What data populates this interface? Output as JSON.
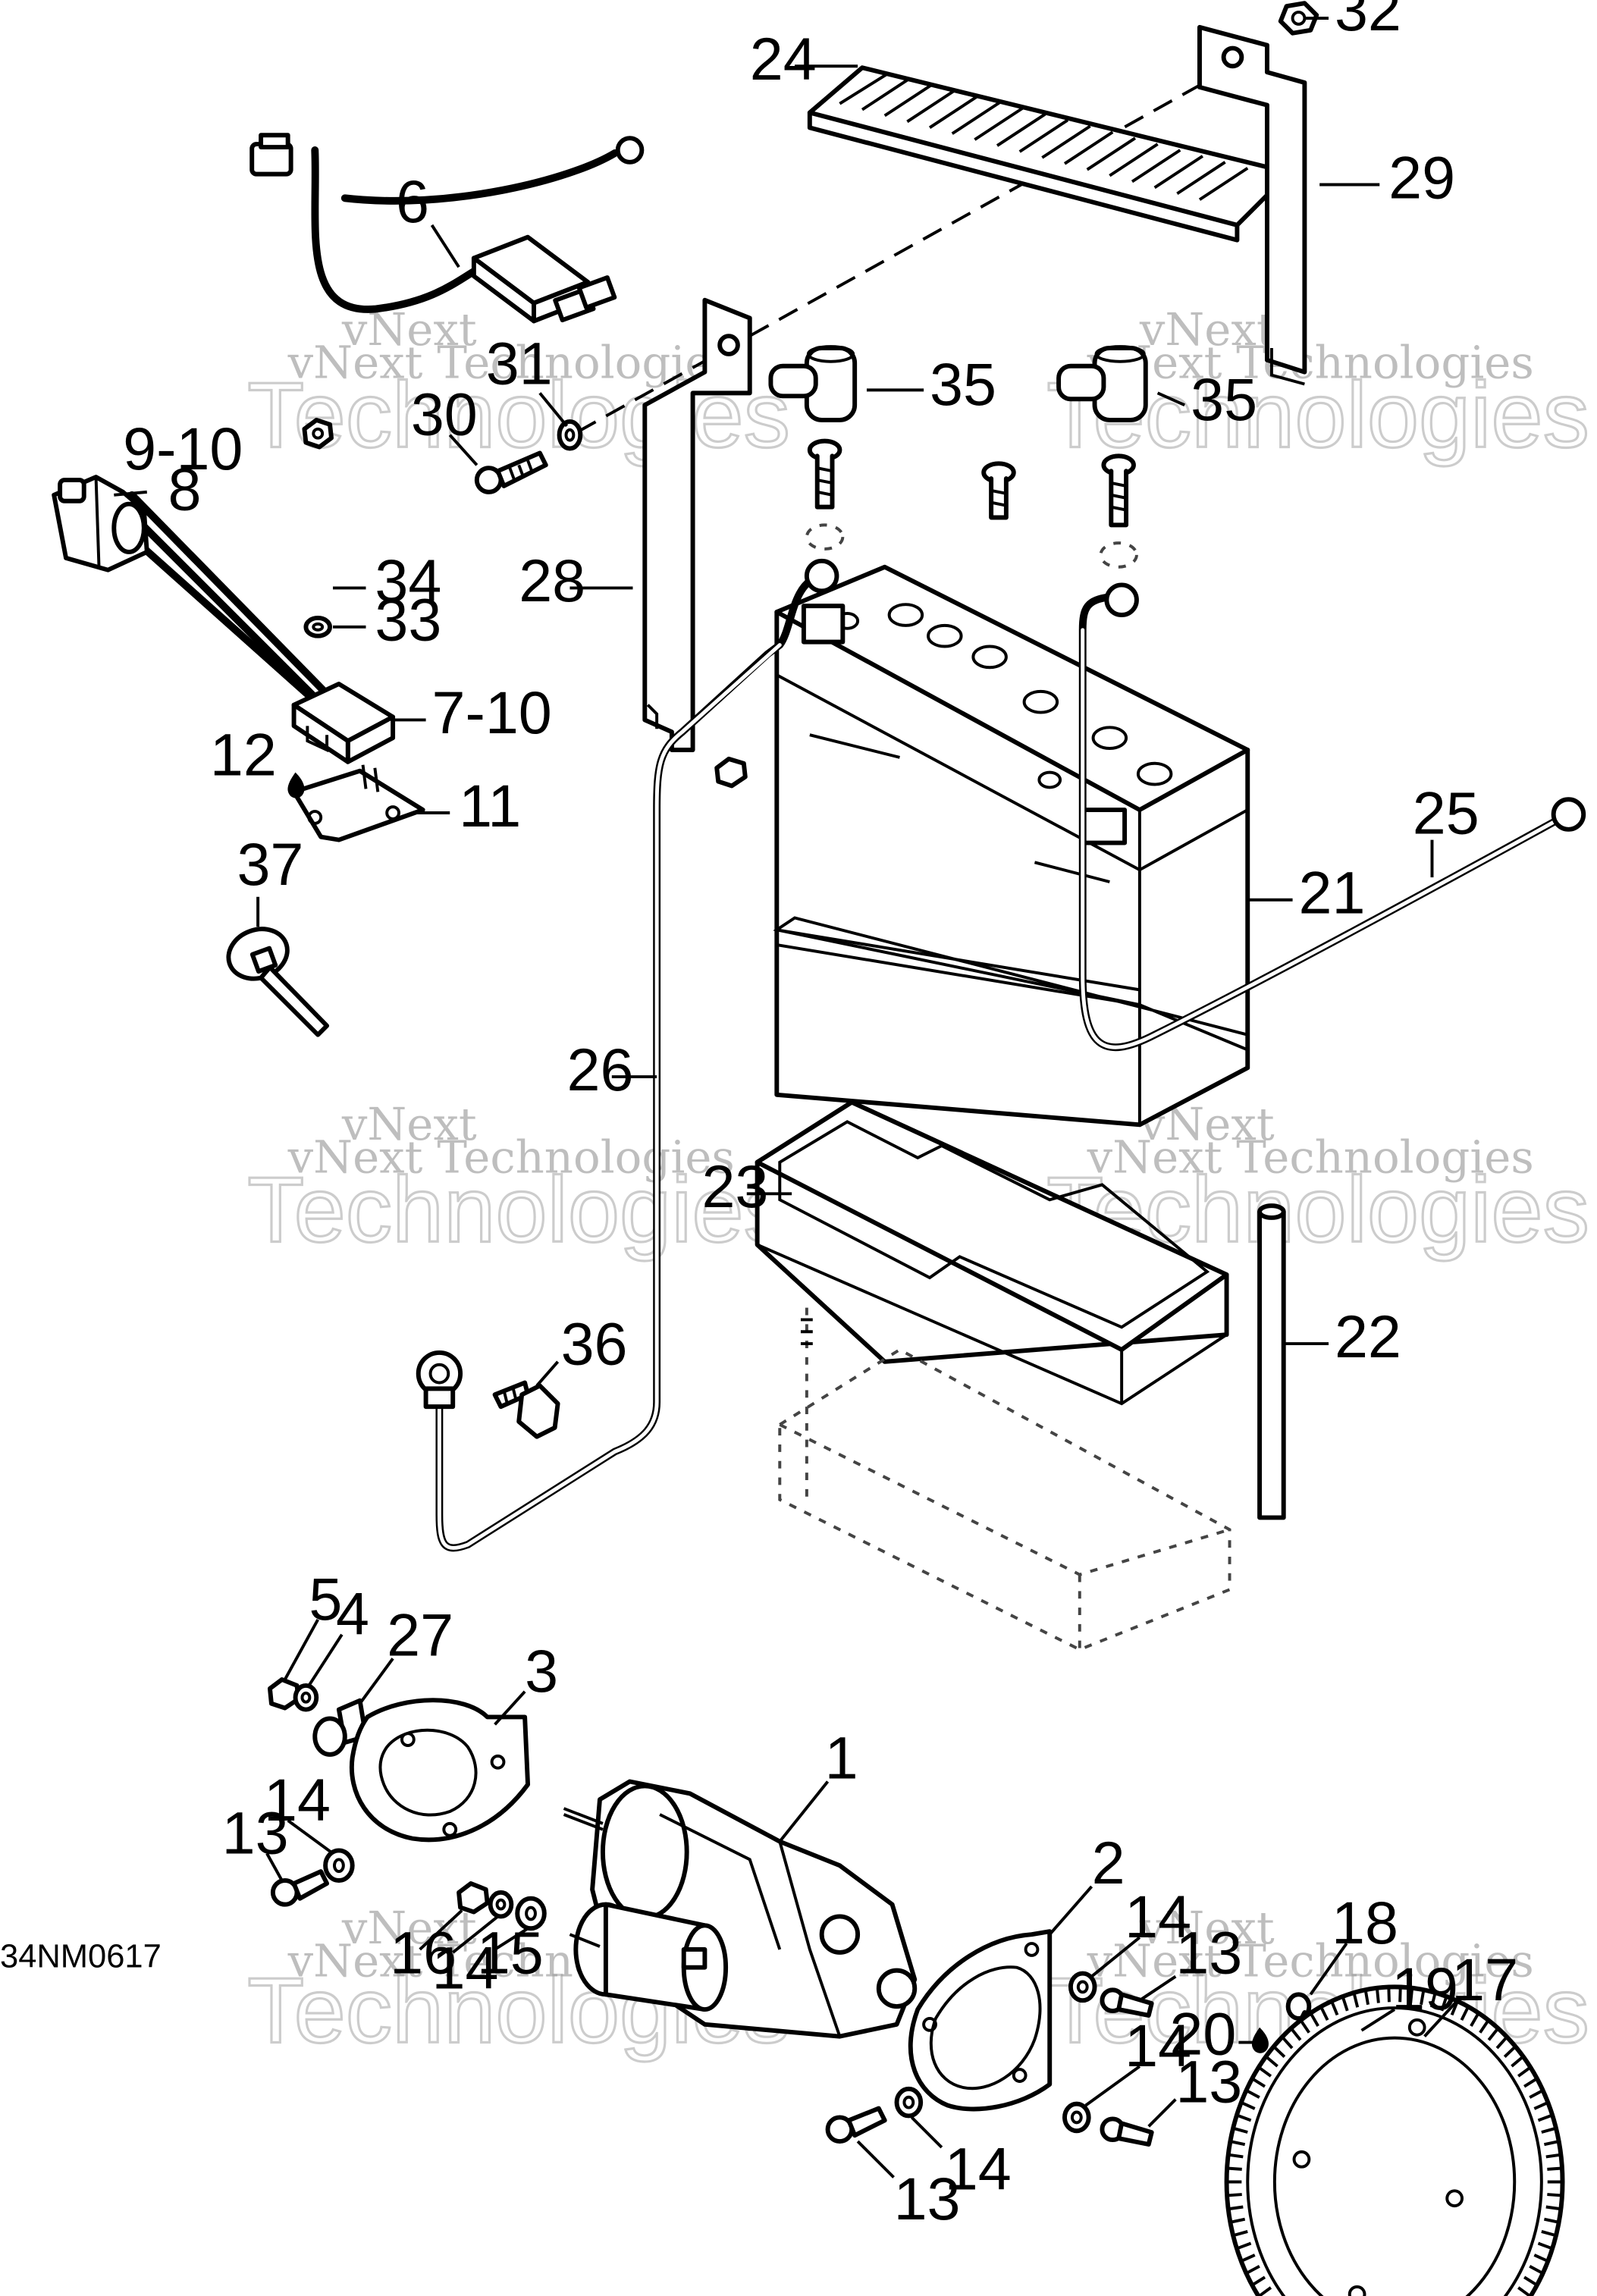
{
  "diagram": {
    "ref_code": "34NM0617",
    "watermark": {
      "line1": "vNext",
      "line2": "vNext Technologies",
      "line3": "Technologies"
    },
    "callouts": [
      {
        "id": "c1",
        "text": "1"
      },
      {
        "id": "c2",
        "text": "2"
      },
      {
        "id": "c3",
        "text": "3"
      },
      {
        "id": "c4",
        "text": "4"
      },
      {
        "id": "c5",
        "text": "5"
      },
      {
        "id": "c6",
        "text": "6"
      },
      {
        "id": "c7-10",
        "text": "7-10"
      },
      {
        "id": "c8",
        "text": "8"
      },
      {
        "id": "c9-10",
        "text": "9-10"
      },
      {
        "id": "c11",
        "text": "11"
      },
      {
        "id": "c12",
        "text": "12"
      },
      {
        "id": "c13a",
        "text": "13"
      },
      {
        "id": "c13b",
        "text": "13"
      },
      {
        "id": "c13c",
        "text": "13"
      },
      {
        "id": "c13d",
        "text": "13"
      },
      {
        "id": "c14a",
        "text": "14"
      },
      {
        "id": "c14b",
        "text": "14"
      },
      {
        "id": "c14c",
        "text": "14"
      },
      {
        "id": "c14d",
        "text": "14"
      },
      {
        "id": "c14e",
        "text": "14"
      },
      {
        "id": "c15",
        "text": "15"
      },
      {
        "id": "c16",
        "text": "16"
      },
      {
        "id": "c17",
        "text": "17"
      },
      {
        "id": "c18",
        "text": "18"
      },
      {
        "id": "c19",
        "text": "19"
      },
      {
        "id": "c20",
        "text": "20"
      },
      {
        "id": "c21",
        "text": "21"
      },
      {
        "id": "c22",
        "text": "22"
      },
      {
        "id": "c23",
        "text": "23"
      },
      {
        "id": "c24",
        "text": "24"
      },
      {
        "id": "c25",
        "text": "25"
      },
      {
        "id": "c26",
        "text": "26"
      },
      {
        "id": "c27",
        "text": "27"
      },
      {
        "id": "c28",
        "text": "28"
      },
      {
        "id": "c29",
        "text": "29"
      },
      {
        "id": "c30",
        "text": "30"
      },
      {
        "id": "c31",
        "text": "31"
      },
      {
        "id": "c32",
        "text": "32"
      },
      {
        "id": "c33",
        "text": "33"
      },
      {
        "id": "c34",
        "text": "34"
      },
      {
        "id": "c35a",
        "text": "35"
      },
      {
        "id": "c35b",
        "text": "35"
      },
      {
        "id": "c36",
        "text": "36"
      },
      {
        "id": "c37",
        "text": "37"
      }
    ]
  }
}
